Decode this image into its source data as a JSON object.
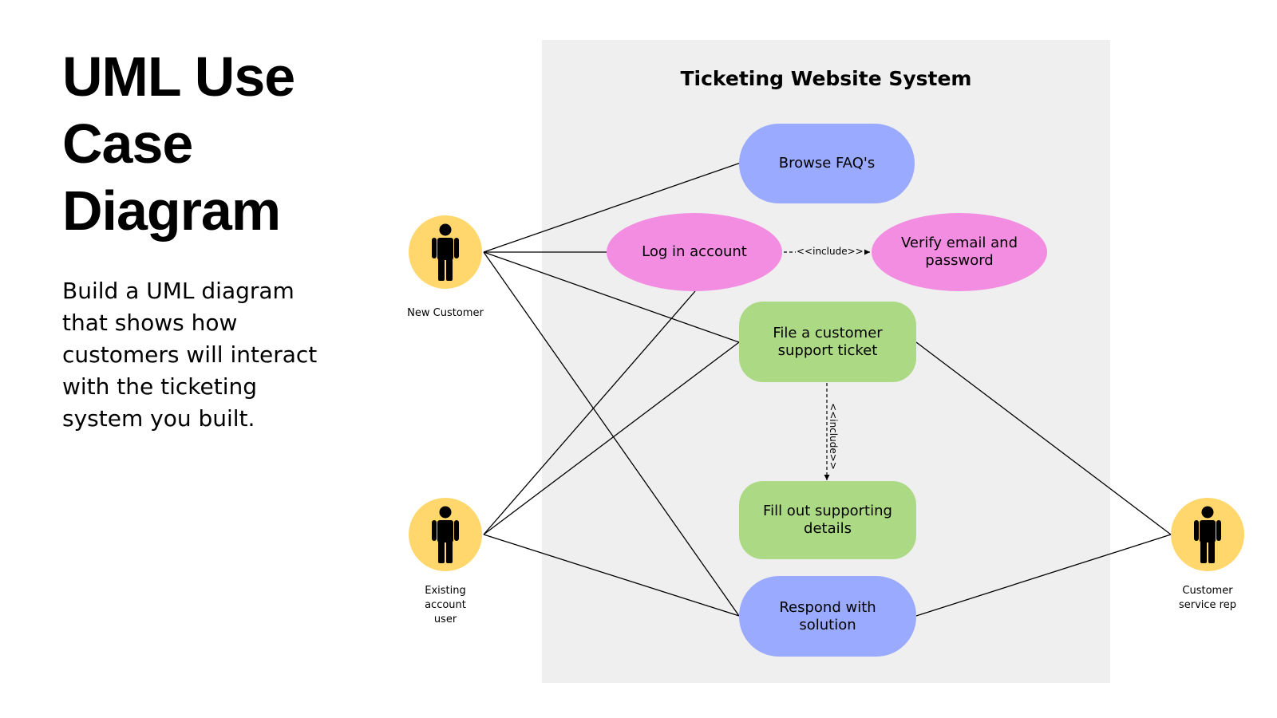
{
  "heading": {
    "title": "UML Use Case Diagram",
    "subtitle": "Build a UML diagram that shows how customers will interact with the ticketing system you built."
  },
  "system": {
    "title": "Ticketing Website System"
  },
  "actors": {
    "new_customer": "New Customer",
    "existing_user": "Existing account user",
    "service_rep": "Customer service rep"
  },
  "use_cases": {
    "browse_faq": "Browse FAQ's",
    "log_in": "Log in account",
    "verify": "Verify email and password",
    "file_ticket": "File a customer support ticket",
    "fill_details": "Fill out supporting details",
    "respond": "Respond with solution"
  },
  "relations": {
    "include_label": "<<include>>"
  },
  "colors": {
    "actor": "#ffd76c",
    "blue": "#99aaff",
    "pink": "#f28de2",
    "green": "#acda84",
    "system_bg": "#efefef"
  }
}
